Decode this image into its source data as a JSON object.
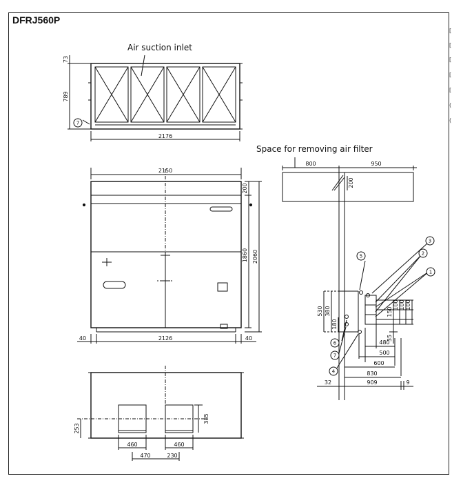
{
  "title": "DFRJ560P",
  "labels": {
    "air_suction_inlet": "Air suction inlet",
    "space_filter": "Space for removing air filter"
  },
  "dims": {
    "top_73": "73",
    "top_789": "789",
    "top_2176": "2176",
    "front_2150": "2150",
    "front_200": "200",
    "front_1860": "1860",
    "front_2060": "2060",
    "front_40_left": "40",
    "front_2126": "2126",
    "front_40_right": "40",
    "bottom_253": "253",
    "bottom_385": "385",
    "bottom_460_a": "460",
    "bottom_460_b": "460",
    "bottom_470": "470",
    "bottom_230": "230",
    "side_800": "800",
    "side_950": "950",
    "side_200": "200",
    "side_530": "530",
    "side_380": "380",
    "side_180": "180",
    "side_150": "150",
    "side_100_a": "100",
    "side_100_b": "100",
    "side_100_c": "100",
    "side_35": "35",
    "side_480": "480",
    "side_500": "500",
    "side_600": "600",
    "side_830": "830",
    "side_32": "32",
    "side_909": "909",
    "side_9": "9"
  },
  "callouts": {
    "c1": "1",
    "c2": "2",
    "c3": "3",
    "c4": "4",
    "c5": "5",
    "c6": "6",
    "c7_side": "7",
    "c7_top": "7"
  },
  "margin_marks": [
    "[",
    "[",
    "[",
    "[",
    "[",
    "(",
    "("
  ]
}
